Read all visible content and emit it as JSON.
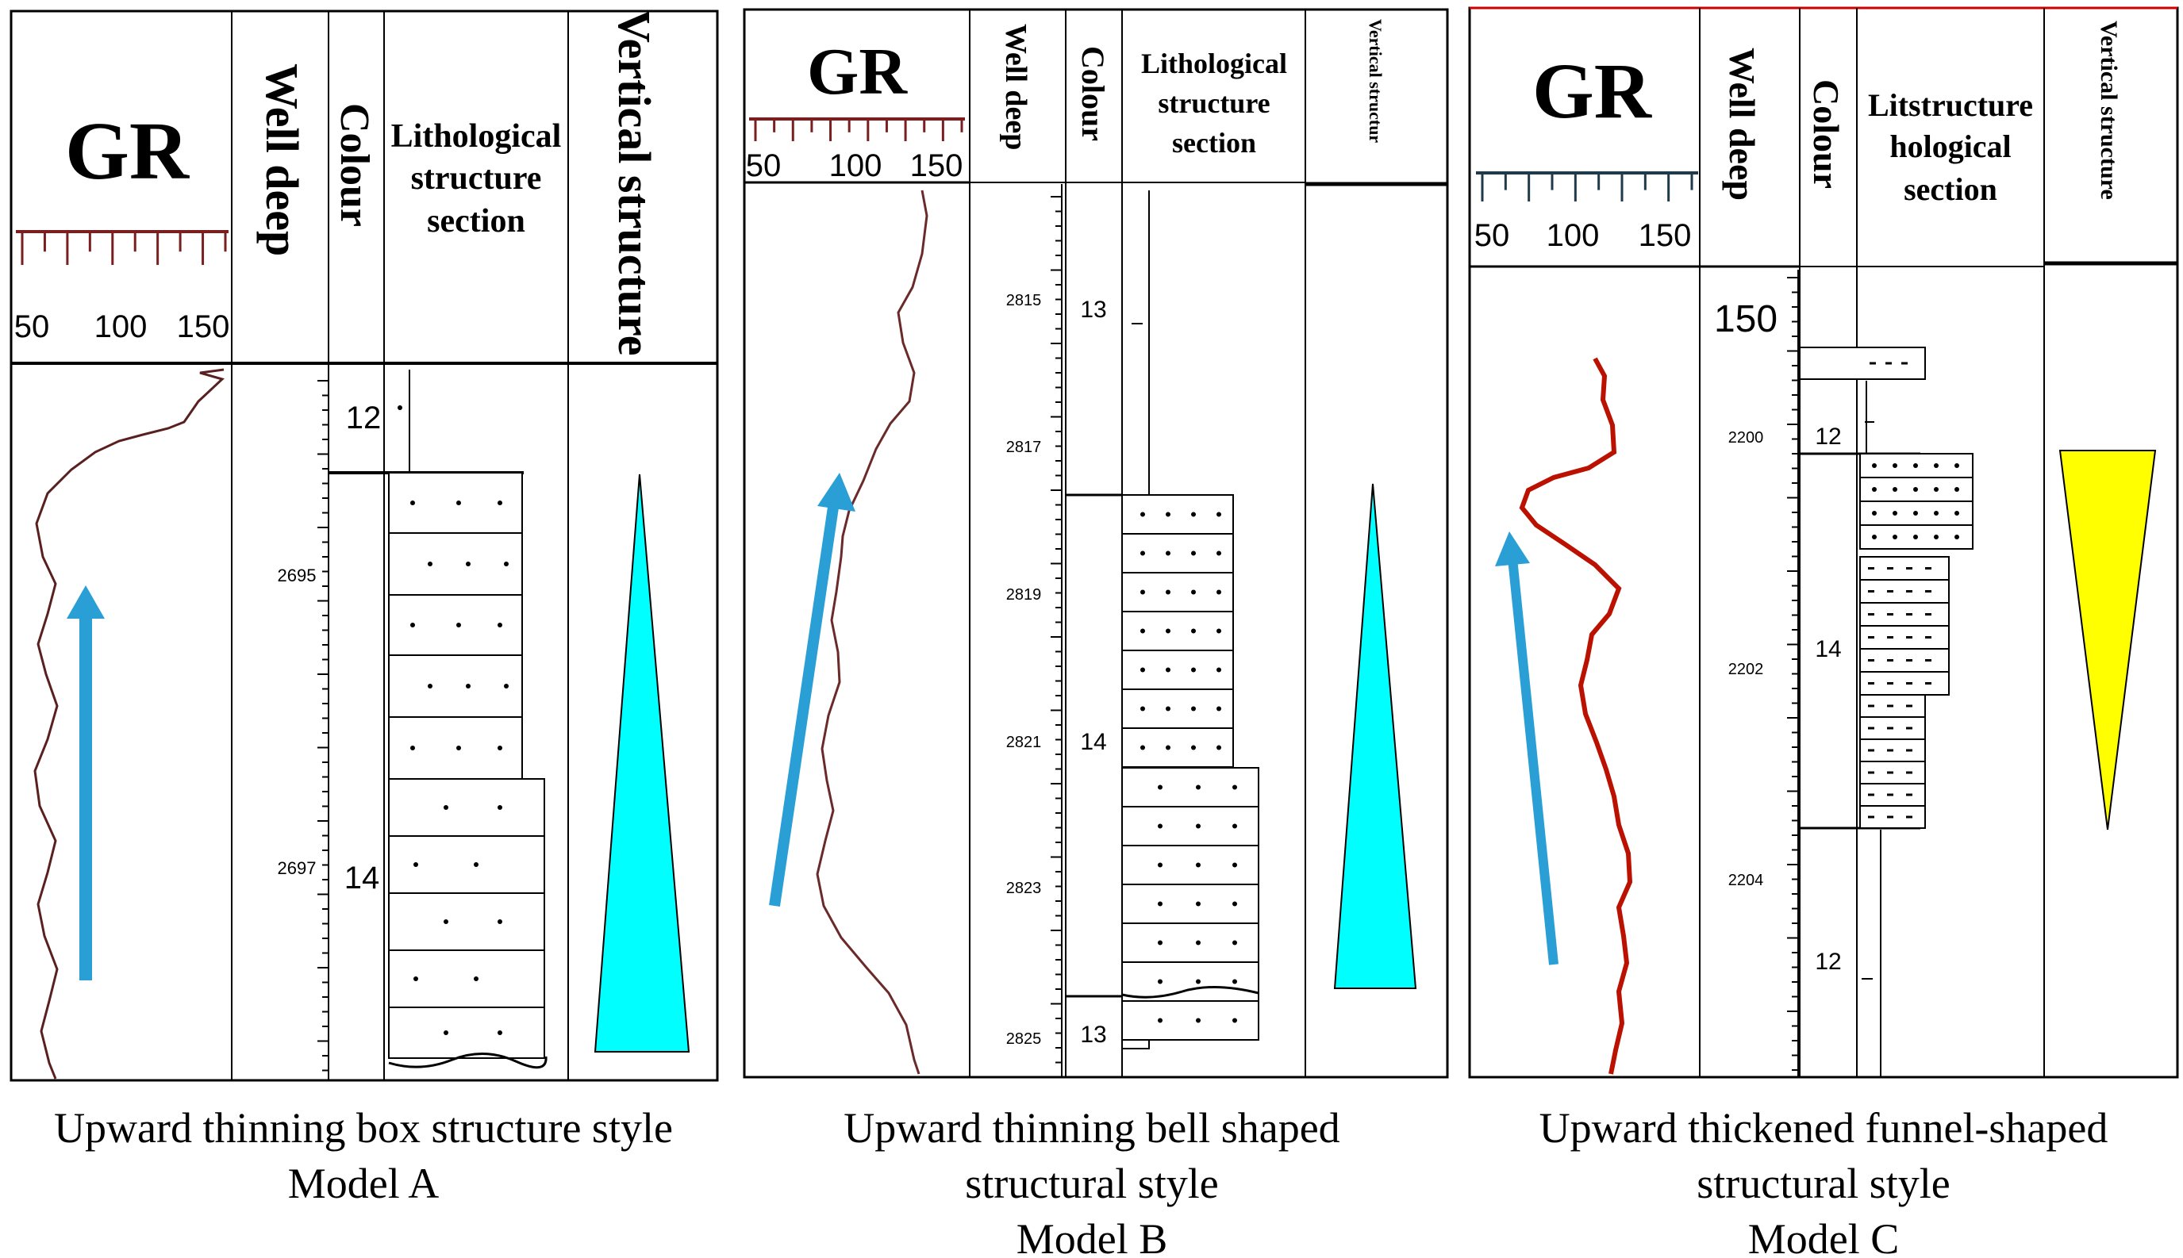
{
  "colors": {
    "arrow": "#2a9fd6",
    "cyan_triangle": "#00ffff",
    "yellow_triangle": "#ffff00",
    "curve_a": "#5a1f1f",
    "curve_b": "#6b2a2a",
    "curve_c": "#bb1100"
  },
  "panels": [
    {
      "id": "a",
      "gr_title": "GR",
      "gr_ticks": [
        "50",
        "100",
        "150"
      ],
      "col_well": "Well deep",
      "col_colour": "Colour",
      "col_litho": [
        "Lithological",
        "structure",
        "section"
      ],
      "col_vertical": "Vertical structure",
      "depths": [
        "2695",
        "2697"
      ],
      "colour_codes": [
        "12",
        "14"
      ],
      "caption": [
        "Upward thinning box structure style",
        "Model A"
      ]
    },
    {
      "id": "b",
      "gr_title": "GR",
      "gr_ticks": [
        "50",
        "100",
        "150"
      ],
      "col_well": "Well deep",
      "col_colour": "Colour",
      "col_litho": [
        "Lithological",
        "structure",
        "section"
      ],
      "col_vertical": "Vertical structur",
      "depths": [
        "2815",
        "2817",
        "2819",
        "2821",
        "2823",
        "2825"
      ],
      "colour_codes": [
        "13",
        "14",
        "13"
      ],
      "caption": [
        "Upward thinning bell shaped",
        "structural style",
        "Model B"
      ]
    },
    {
      "id": "c",
      "gr_title": "GR",
      "gr_ticks": [
        "50",
        "100",
        "150"
      ],
      "col_well": "Well deep",
      "col_colour": "Colour",
      "col_litho": [
        "Litstructure",
        "hological",
        "section"
      ],
      "col_vertical": "Vertical structure",
      "depth_top": "150",
      "depths": [
        "2200",
        "2202",
        "2204"
      ],
      "colour_codes": [
        "14",
        "12",
        "14",
        "12"
      ],
      "caption": [
        "Upward thickened funnel-shaped",
        "structural style",
        "Model C"
      ]
    }
  ]
}
